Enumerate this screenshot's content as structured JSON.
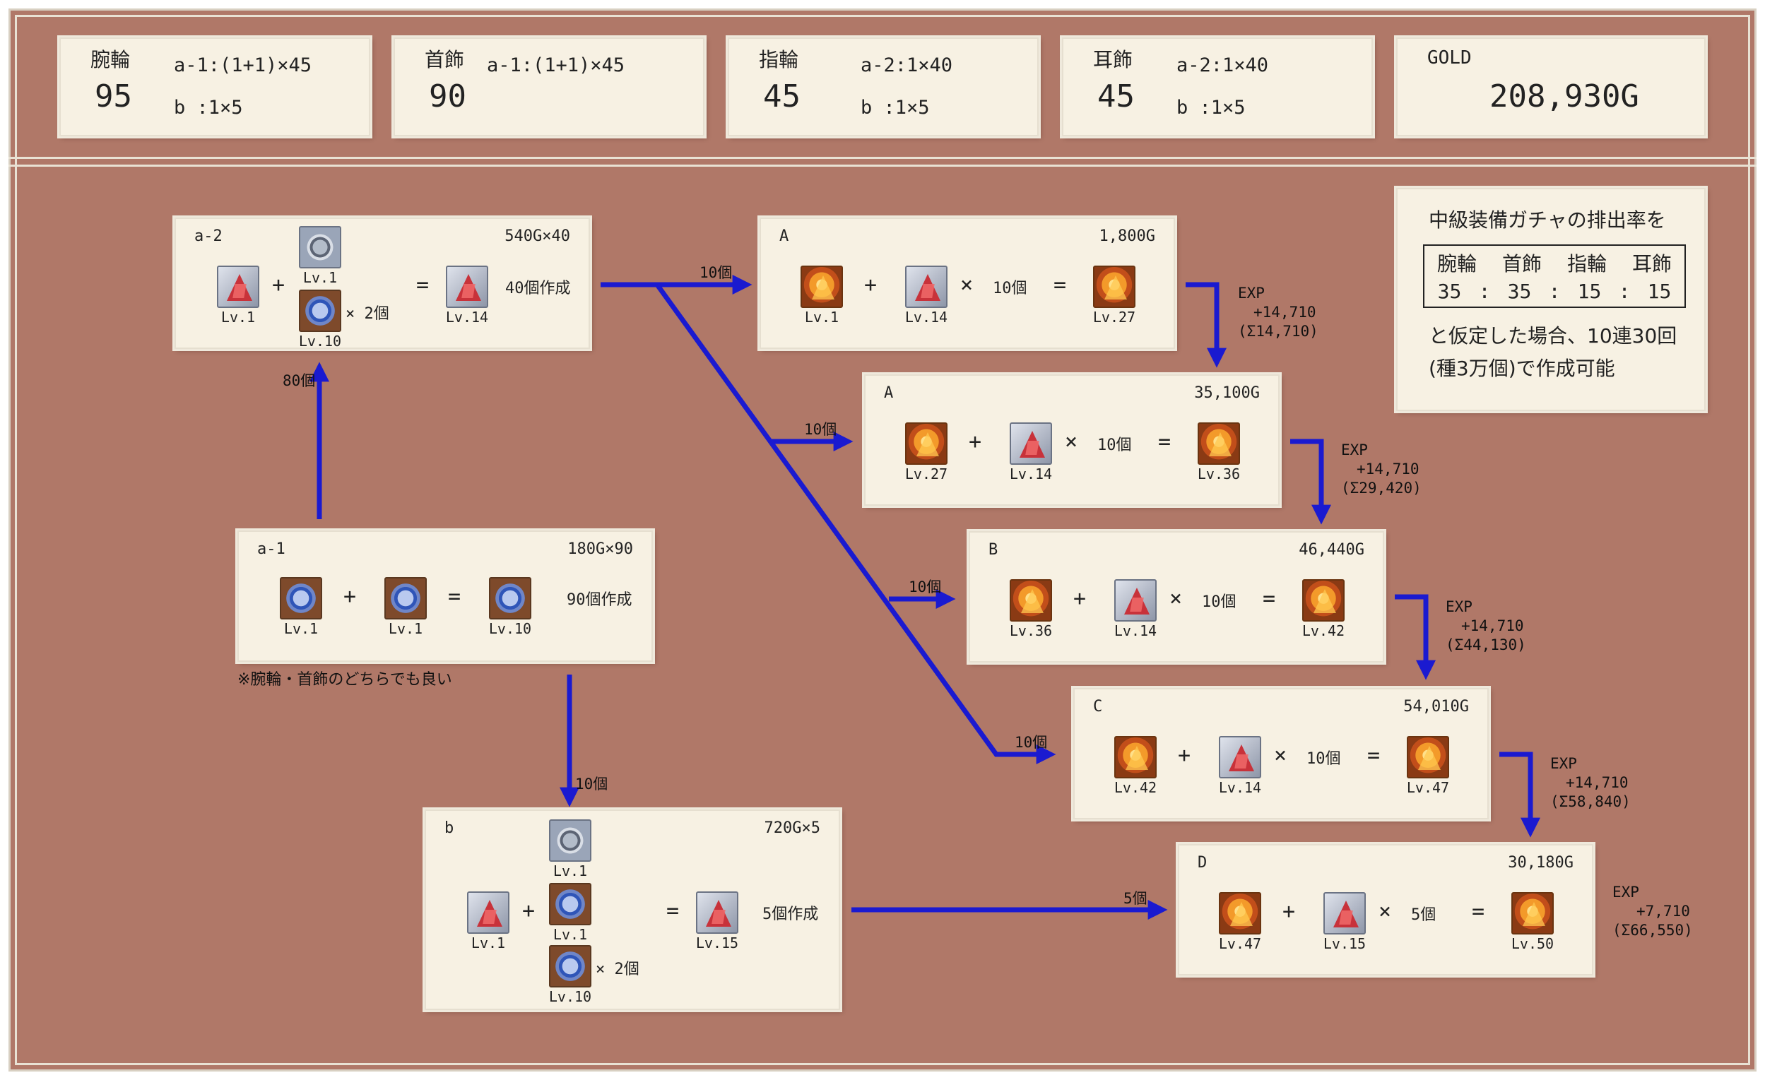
{
  "summary": [
    {
      "label": "腕輪",
      "count": "95",
      "lines": [
        "a-1:(1+1)×45",
        "b  :1×5"
      ]
    },
    {
      "label": "首飾",
      "count": "90",
      "lines": [
        "a-1:(1+1)×45"
      ]
    },
    {
      "label": "指輪",
      "count": "45",
      "lines": [
        "a-2:1×40",
        "b  :1×5"
      ]
    },
    {
      "label": "耳飾",
      "count": "45",
      "lines": [
        "a-2:1×40",
        "b  :1×5"
      ]
    }
  ],
  "gold": {
    "label": "GOLD",
    "value": "208,930G"
  },
  "recipe_a2": {
    "id": "a-2",
    "cost": "540G×40",
    "lv1": "Lv.1",
    "ring_lv": "Lv.1",
    "bracelet_lv": "Lv.10",
    "times": "× 2個",
    "result_lv": "Lv.14",
    "make": "40個作成"
  },
  "recipe_a1": {
    "id": "a-1",
    "cost": "180G×90",
    "in1_lv": "Lv.1",
    "in2_lv": "Lv.1",
    "result_lv": "Lv.10",
    "make": "90個作成",
    "note": "※腕輪・首飾のどちらでも良い"
  },
  "recipe_b": {
    "id": "b",
    "cost": "720G×5",
    "gem_lv": "Lv.1",
    "ring_lv": "Lv.1",
    "bracelet1_lv": "Lv.1",
    "bracelet2_lv": "Lv.10",
    "times": "× 2個",
    "result_lv": "Lv.15",
    "make": "5個作成"
  },
  "steps": [
    {
      "id": "A",
      "cost": "1,800G",
      "base_lv": "Lv.1",
      "mat_lv": "Lv.14",
      "times": "10個",
      "result_lv": "Lv.27",
      "exp_label": "EXP",
      "exp_gain": "+14,710",
      "exp_sum": "(Σ14,710)"
    },
    {
      "id": "A",
      "cost": "35,100G",
      "base_lv": "Lv.27",
      "mat_lv": "Lv.14",
      "times": "10個",
      "result_lv": "Lv.36",
      "exp_label": "EXP",
      "exp_gain": "+14,710",
      "exp_sum": "(Σ29,420)"
    },
    {
      "id": "B",
      "cost": "46,440G",
      "base_lv": "Lv.36",
      "mat_lv": "Lv.14",
      "times": "10個",
      "result_lv": "Lv.42",
      "exp_label": "EXP",
      "exp_gain": "+14,710",
      "exp_sum": "(Σ44,130)"
    },
    {
      "id": "C",
      "cost": "54,010G",
      "base_lv": "Lv.42",
      "mat_lv": "Lv.14",
      "times": "10個",
      "result_lv": "Lv.47",
      "exp_label": "EXP",
      "exp_gain": "+14,710",
      "exp_sum": "(Σ58,840)"
    },
    {
      "id": "D",
      "cost": "30,180G",
      "base_lv": "Lv.47",
      "mat_lv": "Lv.15",
      "times": "5個",
      "result_lv": "Lv.50",
      "exp_label": "EXP",
      "exp_gain": "+7,710",
      "exp_sum": "(Σ66,550)"
    }
  ],
  "flow_labels": {
    "a1_to_a2": "80個",
    "a1_to_b": "10個",
    "a2_to_A1": "10個",
    "a2_to_A2": "10個",
    "a2_to_B": "10個",
    "a2_to_C": "10個",
    "b_to_D": "5個"
  },
  "ops": {
    "plus": "+",
    "equals": "=",
    "times": "×"
  },
  "info": {
    "line1": "中級装備ガチャの排出率を",
    "headers": [
      "腕輪",
      "首飾",
      "指輪",
      "耳飾"
    ],
    "rates": [
      "35",
      "35",
      "15",
      "15"
    ],
    "sep": ":",
    "line2": "と仮定した場合、10連30回",
    "line3": "(種3万個)で作成可能"
  },
  "colors": {
    "background": "#b07868",
    "panel": "#f7f1e3",
    "arrow": "#1a1ad0"
  }
}
